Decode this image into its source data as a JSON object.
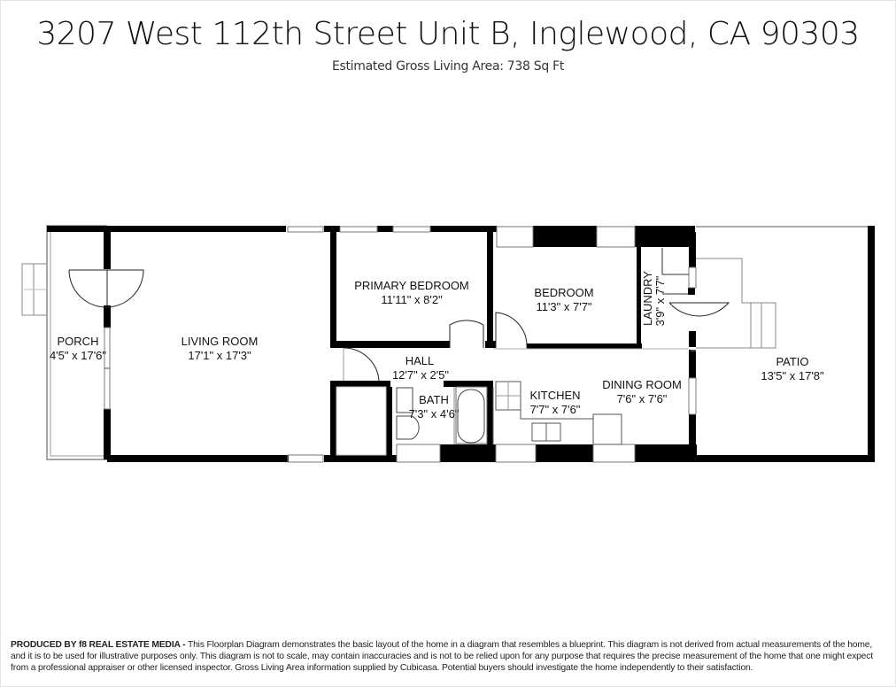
{
  "header": {
    "title": "3207 West 112th Street Unit B, Inglewood, CA  90303",
    "subtitle": "Estimated Gross Living Area: 738 Sq Ft"
  },
  "rooms": {
    "porch": {
      "name": "PORCH",
      "dims": "4'5\" x 17'6\""
    },
    "living_room": {
      "name": "LIVING ROOM",
      "dims": "17'1\" x 17'3\""
    },
    "primary_bedroom": {
      "name": "PRIMARY BEDROOM",
      "dims": "11'11\" x 8'2\""
    },
    "bedroom": {
      "name": "BEDROOM",
      "dims": "11'3\" x 7'7\""
    },
    "laundry": {
      "name": "LAUNDRY",
      "dims": "3'9\" x 7'7\""
    },
    "hall": {
      "name": "HALL",
      "dims": "12'7\" x 2'5\""
    },
    "bath": {
      "name": "BATH",
      "dims": "7'3\" x 4'6\""
    },
    "kitchen": {
      "name": "KITCHEN",
      "dims": "7'7\" x 7'6\""
    },
    "dining_room": {
      "name": "DINING ROOM",
      "dims": "7'6\" x 7'6\""
    },
    "patio": {
      "name": "PATIO",
      "dims": "13'5\" x 17'8\""
    }
  },
  "footer": {
    "producer": "PRODUCED BY f8 REAL ESTATE MEDIA -",
    "disclaimer": " This Floorplan Diagram demonstrates the basic layout of the home in a diagram that resembles a blueprint. This diagram is not derived from actual measurements of the home, and it is to be used for illustrative purposes only. This diagram is not to scale, may contain inaccuracies and is not to be relied upon for any purpose that requires the precise measurement of the home that one might expect from a professional appraiser or other licensed inspector. Gross Living Area information supplied by Cubicasa. Potential buyers should investigate the home independently to their satisfaction."
  }
}
